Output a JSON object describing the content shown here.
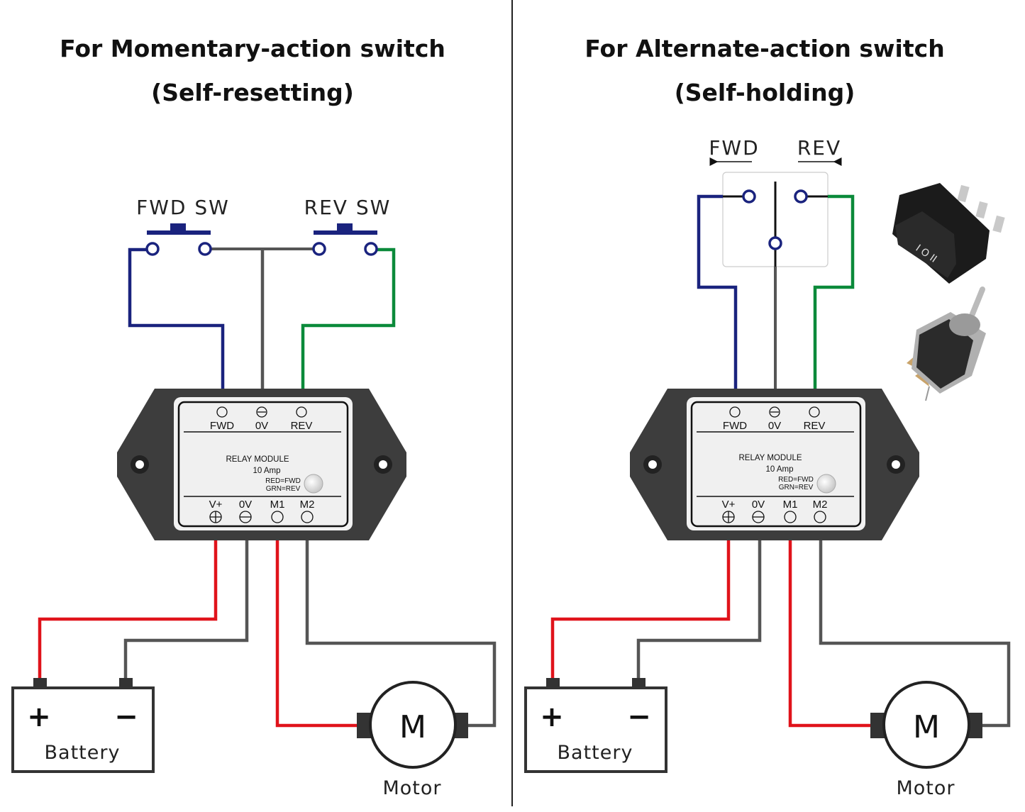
{
  "left": {
    "title": "For Momentary-action switch",
    "subtitle": "(Self-resetting)",
    "fwd_switch_label": "FWD SW",
    "rev_switch_label": "REV SW",
    "battery_label": "Battery",
    "battery_plus": "+",
    "battery_minus": "−",
    "motor_symbol": "M",
    "motor_label": "Motor"
  },
  "right": {
    "title": "For Alternate-action switch",
    "subtitle": "(Self-holding)",
    "fwd_label": "FWD",
    "rev_label": "REV",
    "battery_label": "Battery",
    "battery_plus": "+",
    "battery_minus": "−",
    "motor_symbol": "M",
    "motor_label": "Motor"
  },
  "module": {
    "terminals_top": [
      "FWD",
      "0V",
      "REV"
    ],
    "terminals_bottom": [
      "V+",
      "0V",
      "M1",
      "M2"
    ],
    "name": "RELAY MODULE",
    "rating": "10 Amp",
    "led_legend_1": "RED=FWD",
    "led_legend_2": "GRN=REV"
  },
  "colors": {
    "fwd_wire": "#1a237e",
    "rev_wire": "#0b8a3a",
    "common_wire": "#555555",
    "positive_wire": "#e0131b",
    "module_body": "#3d3d3d"
  }
}
